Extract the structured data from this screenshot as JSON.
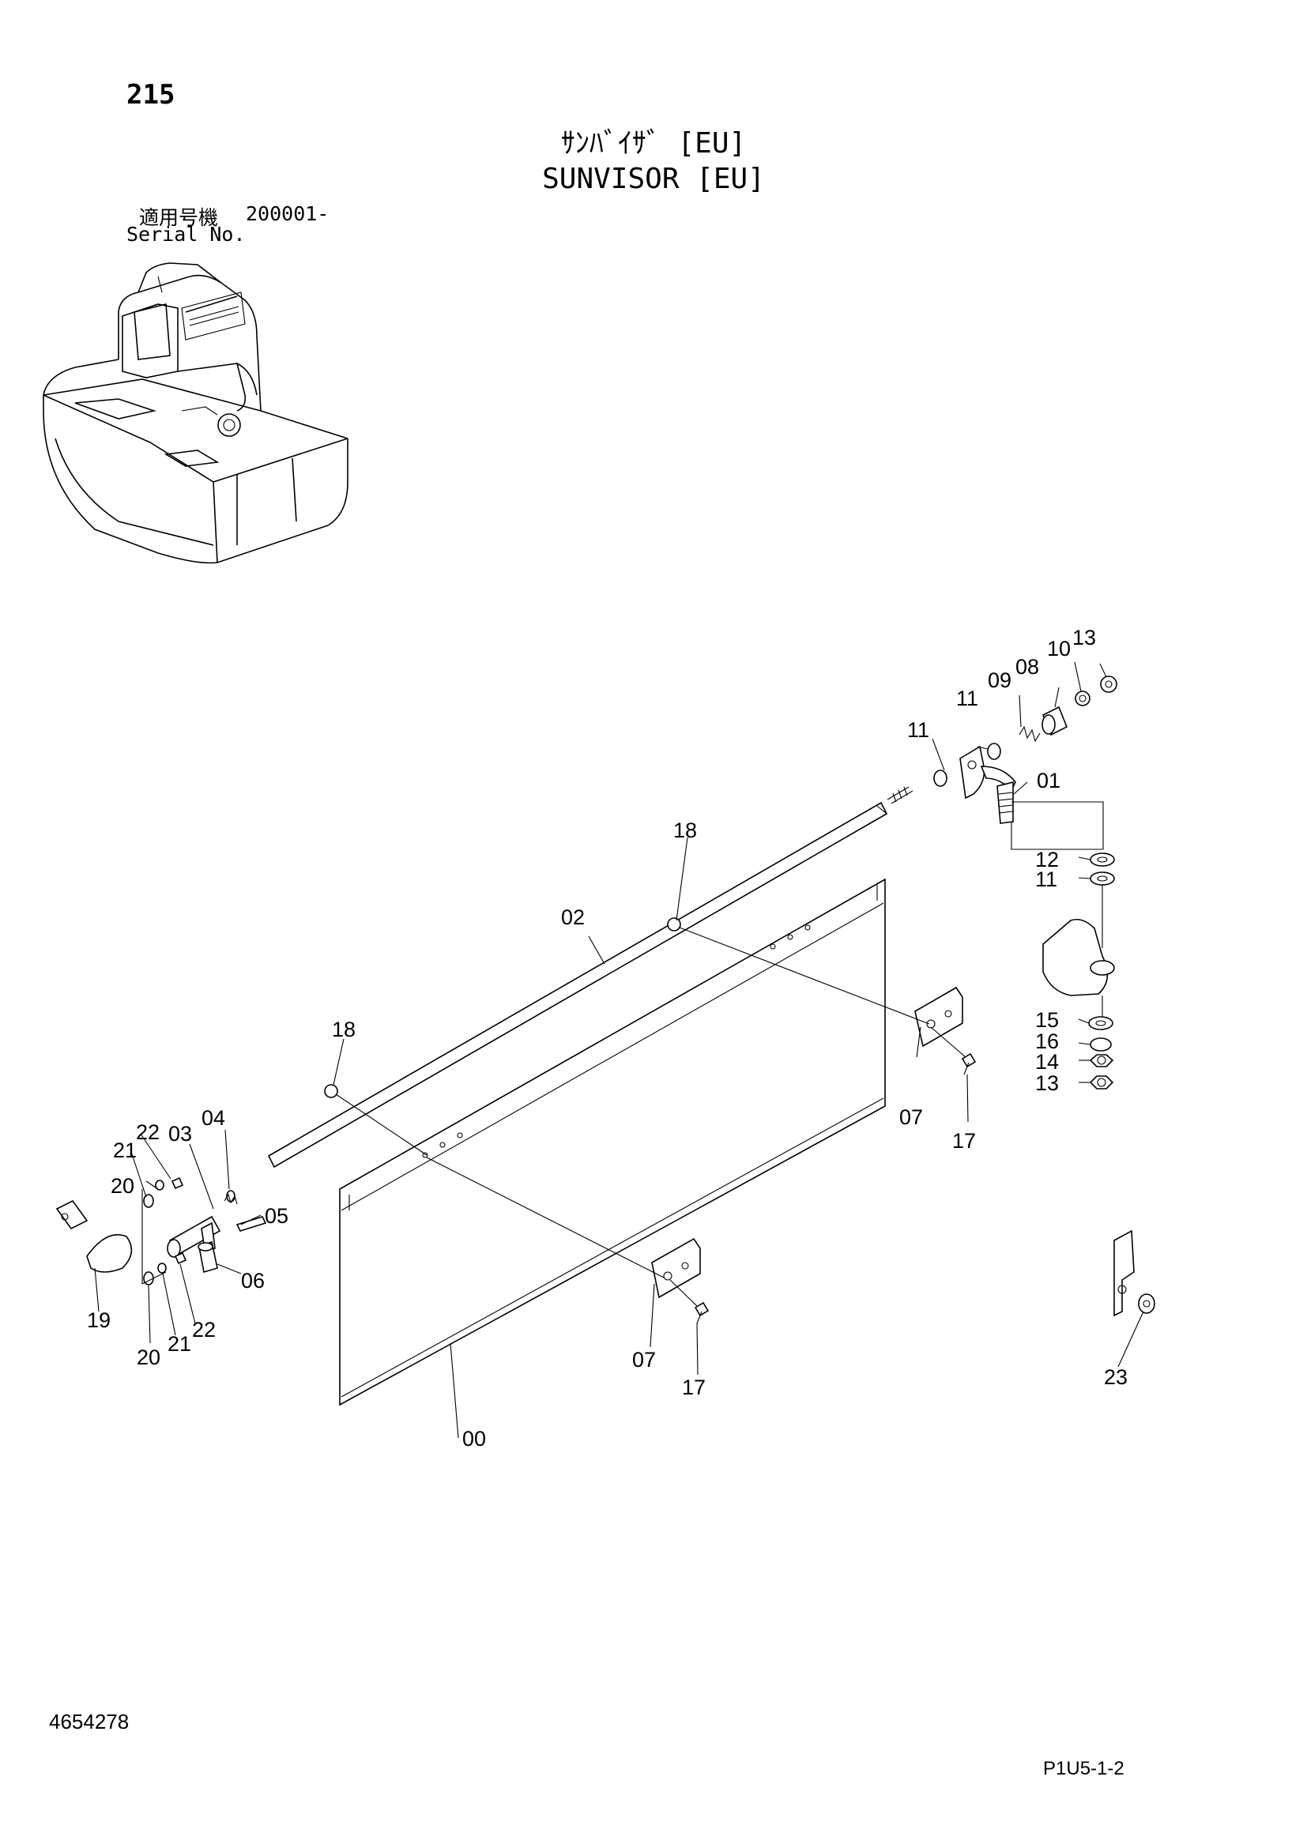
{
  "page": {
    "number": "215",
    "title_jp": "ｻﾝﾊﾞｲｻﾞ [EU]",
    "title_en": "SUNVISOR [EU]",
    "serial_label_jp": "適用号機",
    "serial_value": "200001-",
    "serial_label_en": "Serial No.",
    "doc_number": "4654278",
    "page_code": "P1U5-1-2"
  },
  "callouts": {
    "c00": "00",
    "c01": "01",
    "c02": "02",
    "c03": "03",
    "c04": "04",
    "c05": "05",
    "c06": "06",
    "c07a": "07",
    "c07b": "07",
    "c08": "08",
    "c09": "09",
    "c10": "10",
    "c11a": "11",
    "c11b": "11",
    "c11c": "11",
    "c12": "12",
    "c13a": "13",
    "c13b": "13",
    "c14": "14",
    "c15": "15",
    "c16": "16",
    "c17a": "17",
    "c17b": "17",
    "c18a": "18",
    "c18b": "18",
    "c19": "19",
    "c20a": "20",
    "c20b": "20",
    "c21a": "21",
    "c21b": "21",
    "c22a": "22",
    "c22b": "22",
    "c23": "23"
  }
}
